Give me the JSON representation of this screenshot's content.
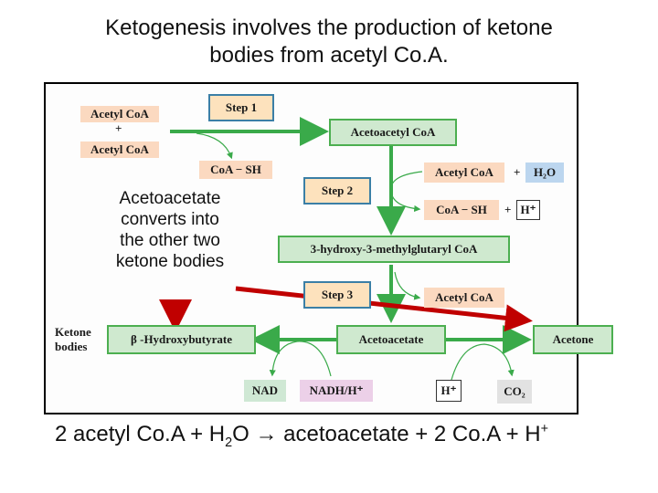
{
  "title": {
    "line1": "Ketogenesis involves the production of ketone",
    "line2": "bodies from acetyl Co.A."
  },
  "diagram": {
    "reactants": {
      "top": "Acetyl CoA",
      "plus": "+",
      "bottom": "Acetyl CoA"
    },
    "step1": "Step 1",
    "step1_product": "CoA − SH",
    "acetoacetyl": "Acetoacetyl CoA",
    "step2": "Step 2",
    "step2_in_acetyl": "Acetyl CoA",
    "step2_plus1": "+",
    "step2_h2o": "H₂O",
    "step2_out_coash": "CoA − SH",
    "step2_plus2": "+",
    "step2_hplus": "H⁺",
    "hmg": "3-hydroxy-3-methylglutaryl CoA",
    "step3": "Step 3",
    "step3_out_acetyl": "Acetyl CoA",
    "ketone_label_1": "Ketone",
    "ketone_label_2": "bodies",
    "hydroxybutyrate": "β -Hydroxybutyrate",
    "acetoacetate": "Acetoacetate",
    "acetone": "Acetone",
    "nad": "NAD",
    "nadh": "NADH/H⁺",
    "hplus": "H⁺",
    "co2": "CO₂"
  },
  "annotation": {
    "line1": "Acetoacetate",
    "line2": "converts into",
    "line3": "the other two",
    "line4": "ketone bodies"
  },
  "equation": {
    "part1": "2 acetyl Co.A + H",
    "sub": "2",
    "part2": "O ",
    "arrow": "→",
    "part3": " acetoacetate + 2 Co.A + H",
    "sup": "+"
  },
  "colors": {
    "pathway_green": "#3aaa4a",
    "annotation_red": "#c00000",
    "step_border": "#3b7fa6",
    "peach": "#fbd9c0",
    "green_box": "#cfe9cf"
  }
}
